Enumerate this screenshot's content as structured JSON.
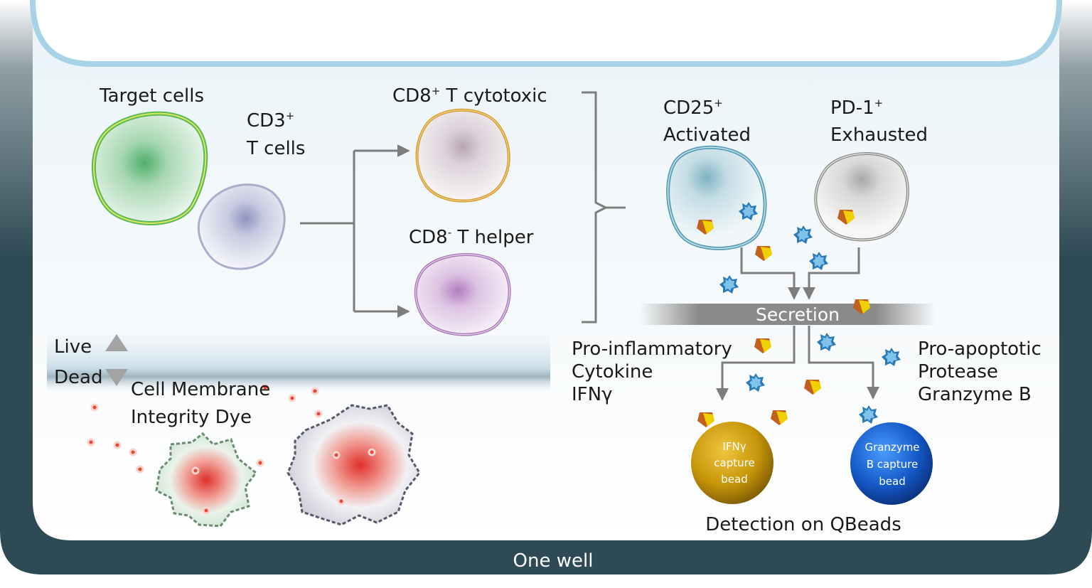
{
  "footer": {
    "label": "One well"
  },
  "cells": {
    "target": "Target cells",
    "cd3_line1": "CD3",
    "cd3_sup": "+",
    "cd3_line2": "T cells",
    "cd8pos_pre": "CD8",
    "cd8pos_sup": "+",
    "cd8pos_post": " T cytotoxic",
    "cd8neg_pre": "CD8",
    "cd8neg_sup": "-",
    "cd8neg_post": " T helper",
    "cd25_pre": "CD25",
    "cd25_sup": "+",
    "cd25_line2": "Activated",
    "pd1_pre": "PD-1",
    "pd1_sup": "+",
    "pd1_line2": "Exhausted"
  },
  "viability": {
    "live": "Live",
    "dead": "Dead",
    "dye_line1": "Cell Membrane",
    "dye_line2": "Integrity Dye"
  },
  "secretion": {
    "label": "Secretion",
    "left_line1": "Pro-inflammatory",
    "left_line2": "Cytokine",
    "left_line3": "IFNγ",
    "right_line1": "Pro-apoptotic",
    "right_line2": "Protease",
    "right_line3": "Granzyme B"
  },
  "beads": {
    "ifn_line1": "IFNγ",
    "ifn_line2": "capture",
    "ifn_line3": "bead",
    "gzb_line1": "Granzyme",
    "gzb_line2": "B capture",
    "gzb_line3": "bead",
    "detection": "Detection on QBeads"
  },
  "colors": {
    "well_dark": "#2e4a55",
    "well_rim": "#a6d4e6",
    "target_cell": "#6cc07a",
    "cd3_cell": "#9aa3c8",
    "cytotoxic_cell": "#d49a2e",
    "helper_cell": "#a878b8",
    "activated_cell": "#5aa0b8",
    "exhausted_cell": "#8a8a8a",
    "ifn_bead": "#d9a610",
    "gzb_bead": "#1a66d6",
    "dye_dot": "#e8463a"
  }
}
